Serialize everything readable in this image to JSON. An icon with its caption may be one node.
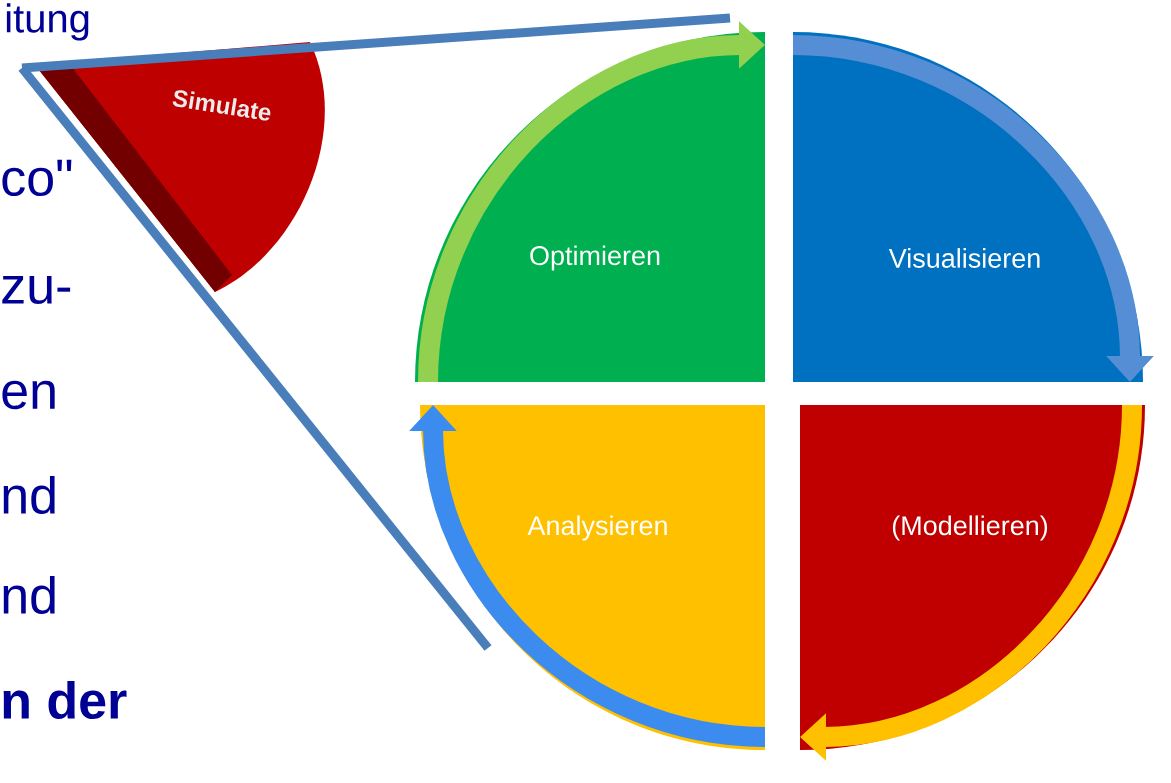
{
  "diagram": {
    "nodes": [
      {
        "text": [
          "Simulate"
        ]
      },
      {
        "text": [
          "Optimieren"
        ]
      },
      {
        "text": [
          "Visualisieren"
        ]
      },
      {
        "text": [
          "(Modellieren)"
        ]
      },
      {
        "text": [
          "Analysieren"
        ]
      }
    ],
    "edges": [
      {
        "from": 1,
        "to": 2,
        "arrow": "to",
        "color": "#92d050"
      },
      {
        "from": 2,
        "to": 3,
        "arrow": "to",
        "color": "#558ed5"
      },
      {
        "from": 3,
        "to": 4,
        "arrow": "to",
        "color": "#ffc000"
      },
      {
        "from": 4,
        "to": 1,
        "arrow": "to",
        "color": "#3c8cf0"
      },
      {
        "from": 0,
        "to": null,
        "arrow": "none",
        "color": "#4a7ebb"
      },
      {
        "from": 0,
        "to": null,
        "arrow": "none",
        "color": "#4a7ebb"
      }
    ],
    "labels": [
      "itung",
      "co\"",
      "zu-",
      "en",
      "nd",
      "nd",
      "n der"
    ]
  }
}
